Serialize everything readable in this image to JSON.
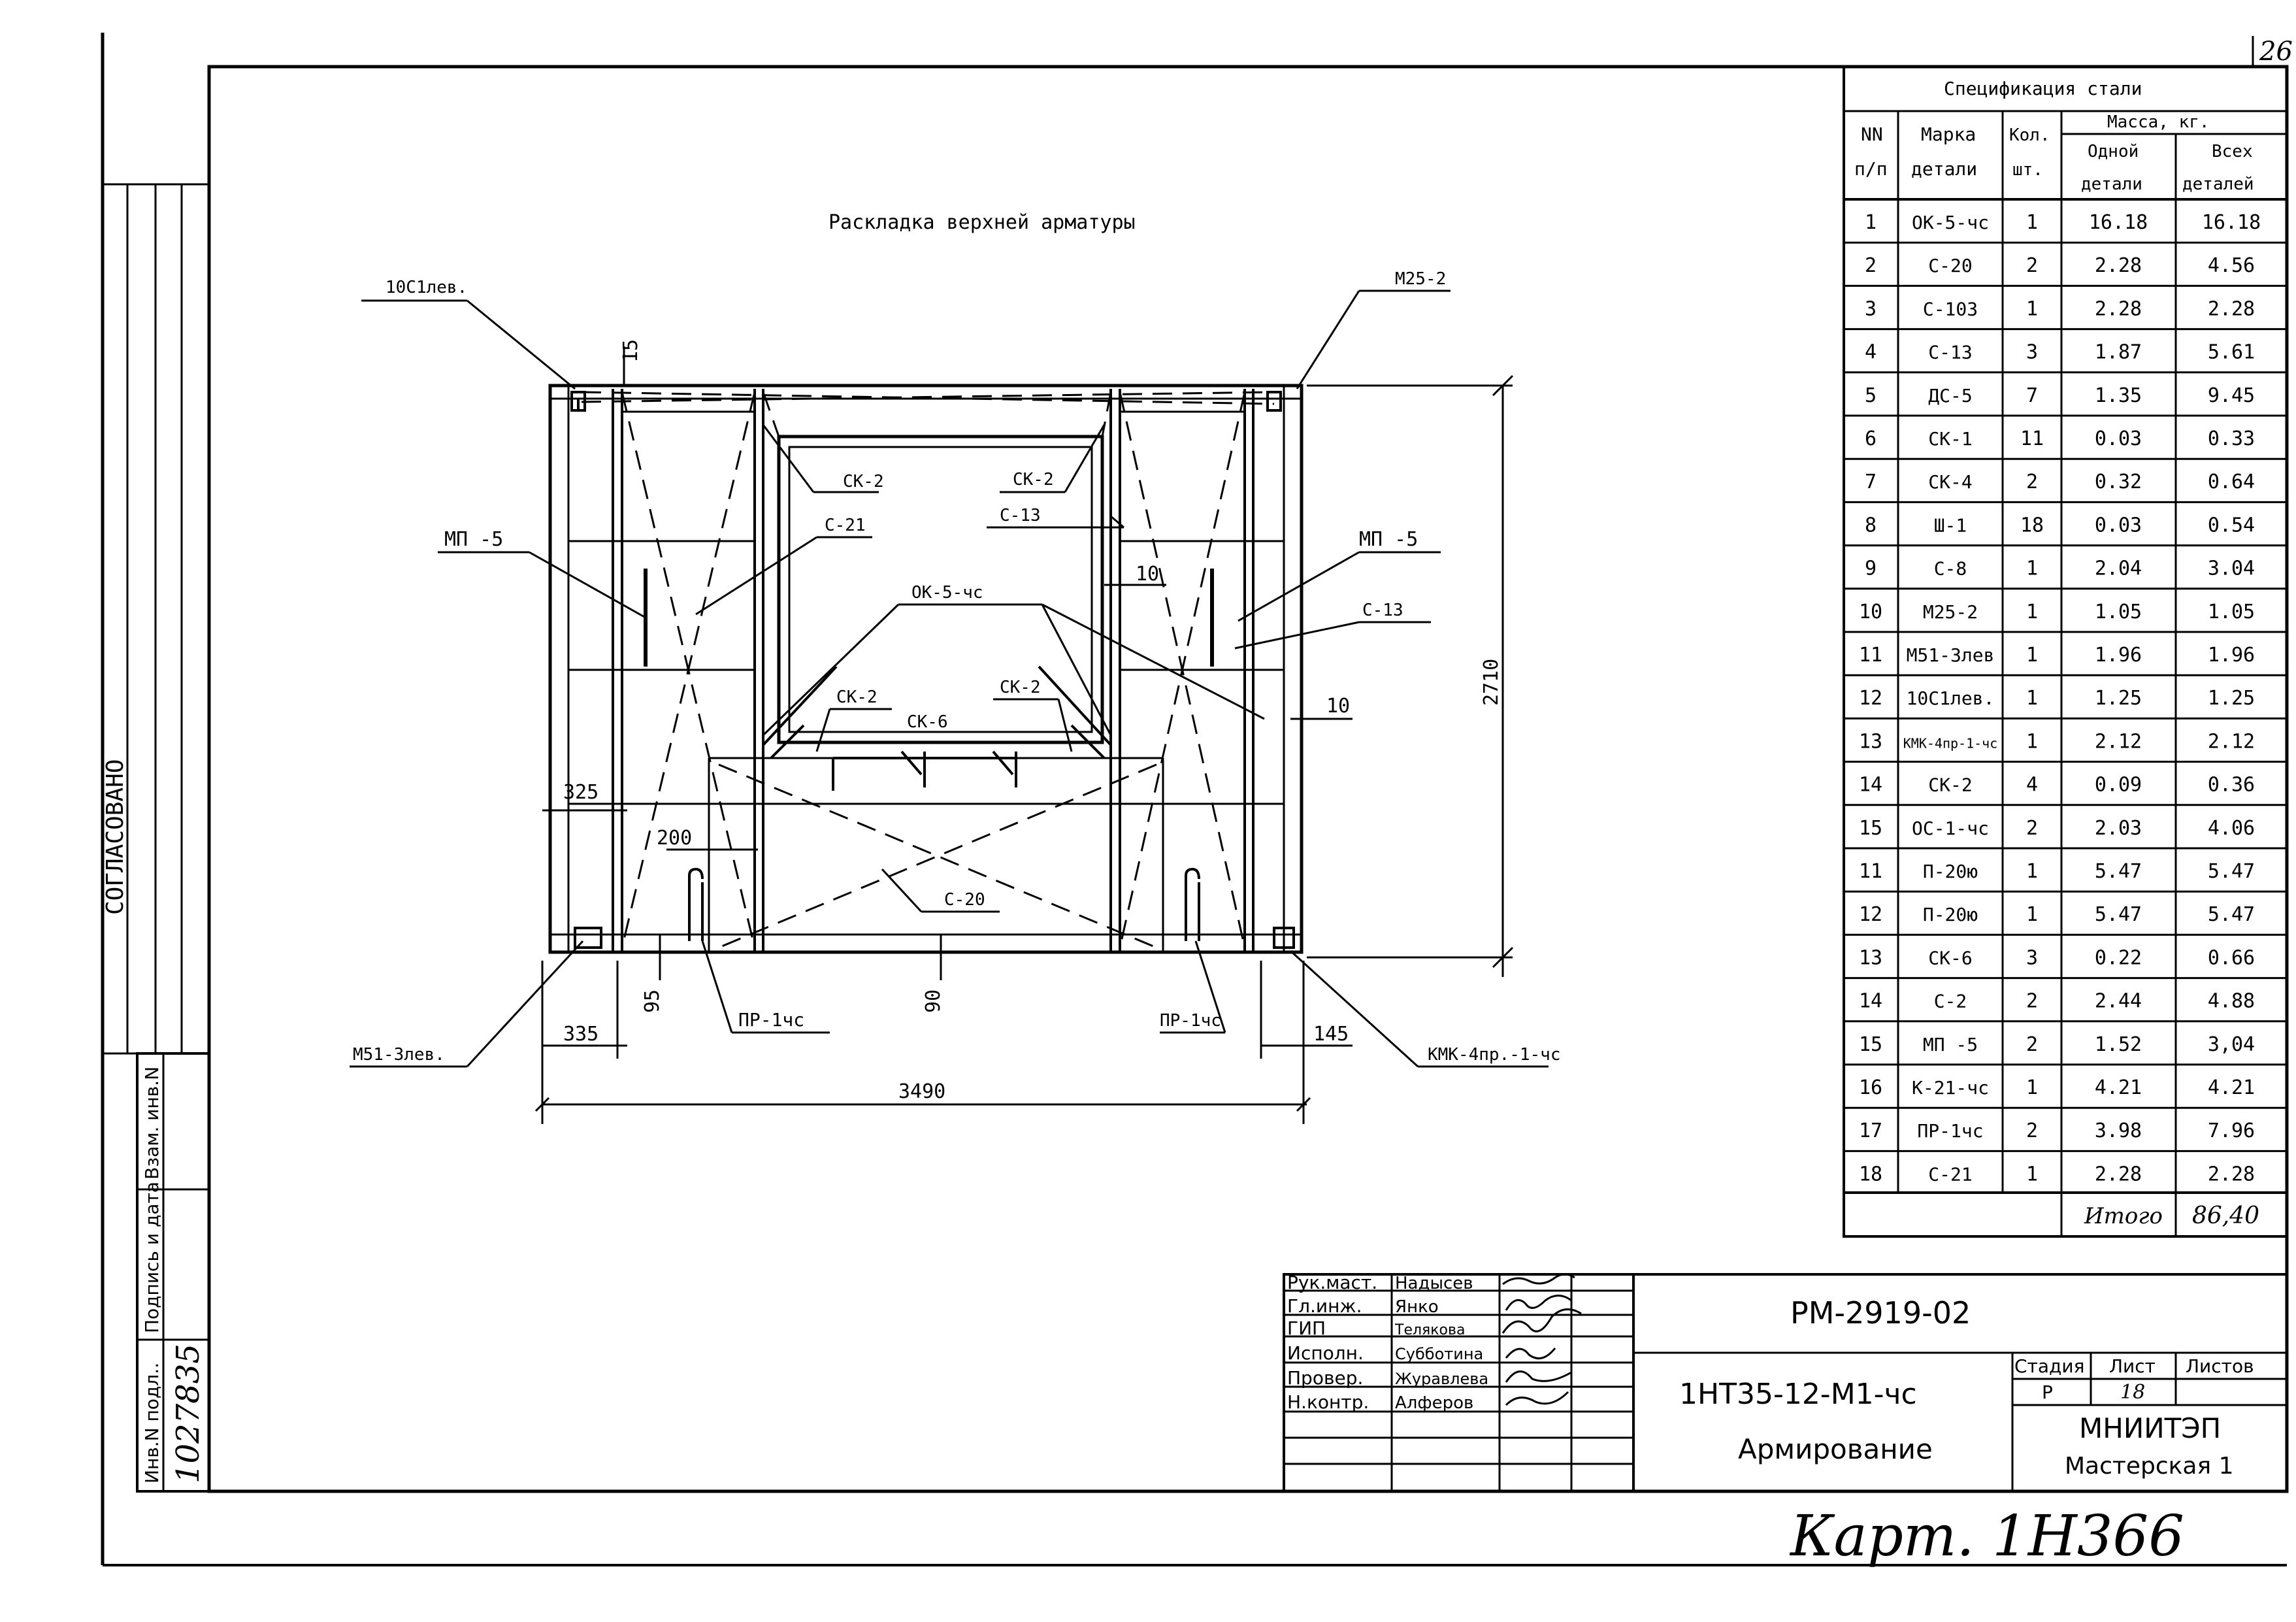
{
  "sheet_corner": "26",
  "agreed_label": "СОГЛАСОВАНО",
  "side_stamp": {
    "inv_podl": "Инв.N подл..",
    "podpis": "Подпись и дата",
    "vzam": "Взам. инв.N",
    "inv_number": "1027835"
  },
  "drawing": {
    "title": "Раскладка верхней арматуры",
    "callouts": {
      "c10c1": "10С1лев.",
      "m25": "М25-2",
      "mp5_left": "МП -5",
      "mp5_right": "МП -5",
      "ck2_a": "СК-2",
      "ck2_b": "СК-2",
      "c21": "С-21",
      "c13_a": "С-13",
      "c13_b": "С-13",
      "ok5": "ОК-5-чс",
      "ck2_c": "СК-2",
      "ck2_d": "СК-2",
      "ck6": "СК-6",
      "c20": "С-20",
      "m51": "М51-3лев.",
      "pr_left": "ПР-1чс",
      "pr_right": "ПР-1чс",
      "kmk": "КМК-4пр.-1-чс"
    },
    "dims": {
      "d15": "15",
      "d10a": "10",
      "d10b": "10",
      "d2710": "2710",
      "d325": "325",
      "d200": "200",
      "d95": "95",
      "d90": "90",
      "d335": "335",
      "d145": "145",
      "d3490": "3490"
    }
  },
  "spec": {
    "title": "Спецификация стали",
    "h_nn": "NN",
    "h_pp": "п/п",
    "h_marka1": "Марка",
    "h_marka2": "детали",
    "h_kol1": "Кол.",
    "h_kol2": "шт.",
    "h_mass": "Масса, кг.",
    "h_one1": "Одной",
    "h_one2": "детали",
    "h_all1": "Всех",
    "h_all2": "деталей",
    "rows": [
      {
        "n": "1",
        "m": "ОК-5-чс",
        "k": "1",
        "one": "16.18",
        "all": "16.18"
      },
      {
        "n": "2",
        "m": "С-20",
        "k": "2",
        "one": "2.28",
        "all": "4.56"
      },
      {
        "n": "3",
        "m": "С-103",
        "k": "1",
        "one": "2.28",
        "all": "2.28"
      },
      {
        "n": "4",
        "m": "С-13",
        "k": "3",
        "one": "1.87",
        "all": "5.61"
      },
      {
        "n": "5",
        "m": "ДС-5",
        "k": "7",
        "one": "1.35",
        "all": "9.45"
      },
      {
        "n": "6",
        "m": "СК-1",
        "k": "11",
        "one": "0.03",
        "all": "0.33"
      },
      {
        "n": "7",
        "m": "СК-4",
        "k": "2",
        "one": "0.32",
        "all": "0.64"
      },
      {
        "n": "8",
        "m": "Ш-1",
        "k": "18",
        "one": "0.03",
        "all": "0.54"
      },
      {
        "n": "9",
        "m": "С-8",
        "k": "1",
        "one": "2.04",
        "all": "3.04"
      },
      {
        "n": "10",
        "m": "М25-2",
        "k": "1",
        "one": "1.05",
        "all": "1.05"
      },
      {
        "n": "11",
        "m": "М51-3лев",
        "k": "1",
        "one": "1.96",
        "all": "1.96"
      },
      {
        "n": "12",
        "m": "10С1лев.",
        "k": "1",
        "one": "1.25",
        "all": "1.25"
      },
      {
        "n": "13",
        "m": "КМК-4пр-1-чс",
        "k": "1",
        "one": "2.12",
        "all": "2.12"
      },
      {
        "n": "14",
        "m": "СК-2",
        "k": "4",
        "one": "0.09",
        "all": "0.36"
      },
      {
        "n": "15",
        "m": "ОС-1-чс",
        "k": "2",
        "one": "2.03",
        "all": "4.06"
      },
      {
        "n": "11",
        "m": "П-20ю",
        "k": "1",
        "one": "5.47",
        "all": "5.47"
      },
      {
        "n": "12",
        "m": "П-20ю",
        "k": "1",
        "one": "5.47",
        "all": "5.47"
      },
      {
        "n": "13",
        "m": "СК-6",
        "k": "3",
        "one": "0.22",
        "all": "0.66"
      },
      {
        "n": "14",
        "m": "С-2",
        "k": "2",
        "one": "2.44",
        "all": "4.88"
      },
      {
        "n": "15",
        "m": "МП -5",
        "k": "2",
        "one": "1.52",
        "all": "3,04"
      },
      {
        "n": "16",
        "m": "К-21-чс",
        "k": "1",
        "one": "4.21",
        "all": "4.21"
      },
      {
        "n": "17",
        "m": "ПР-1чс",
        "k": "2",
        "one": "3.98",
        "all": "7.96"
      },
      {
        "n": "18",
        "m": "С-21",
        "k": "1",
        "one": "2.28",
        "all": "2.28"
      }
    ],
    "total_label": "Итого",
    "total_value": "86,40"
  },
  "title_block": {
    "roles": [
      "Рук.маст.",
      "Гл.инж.",
      "ГИП",
      "Исполн.",
      "Провер.",
      "Н.контр."
    ],
    "names": [
      "Надысев",
      "Янко",
      "Телякова",
      "Субботина",
      "Журавлева",
      "Алферов"
    ],
    "doc_code": "РМ-2919-02",
    "project_code": "1НТ35-12-М1-чс",
    "sheet_title": "Армирование",
    "stage_h": "Стадия",
    "sheet_h": "Лист",
    "sheets_h": "Листов",
    "stage": "Р",
    "sheet": "18",
    "sheets": "",
    "org": "МНИИТЭП",
    "workshop": "Мастерская 1"
  },
  "handwritten_note": "Карт. 1Н366"
}
